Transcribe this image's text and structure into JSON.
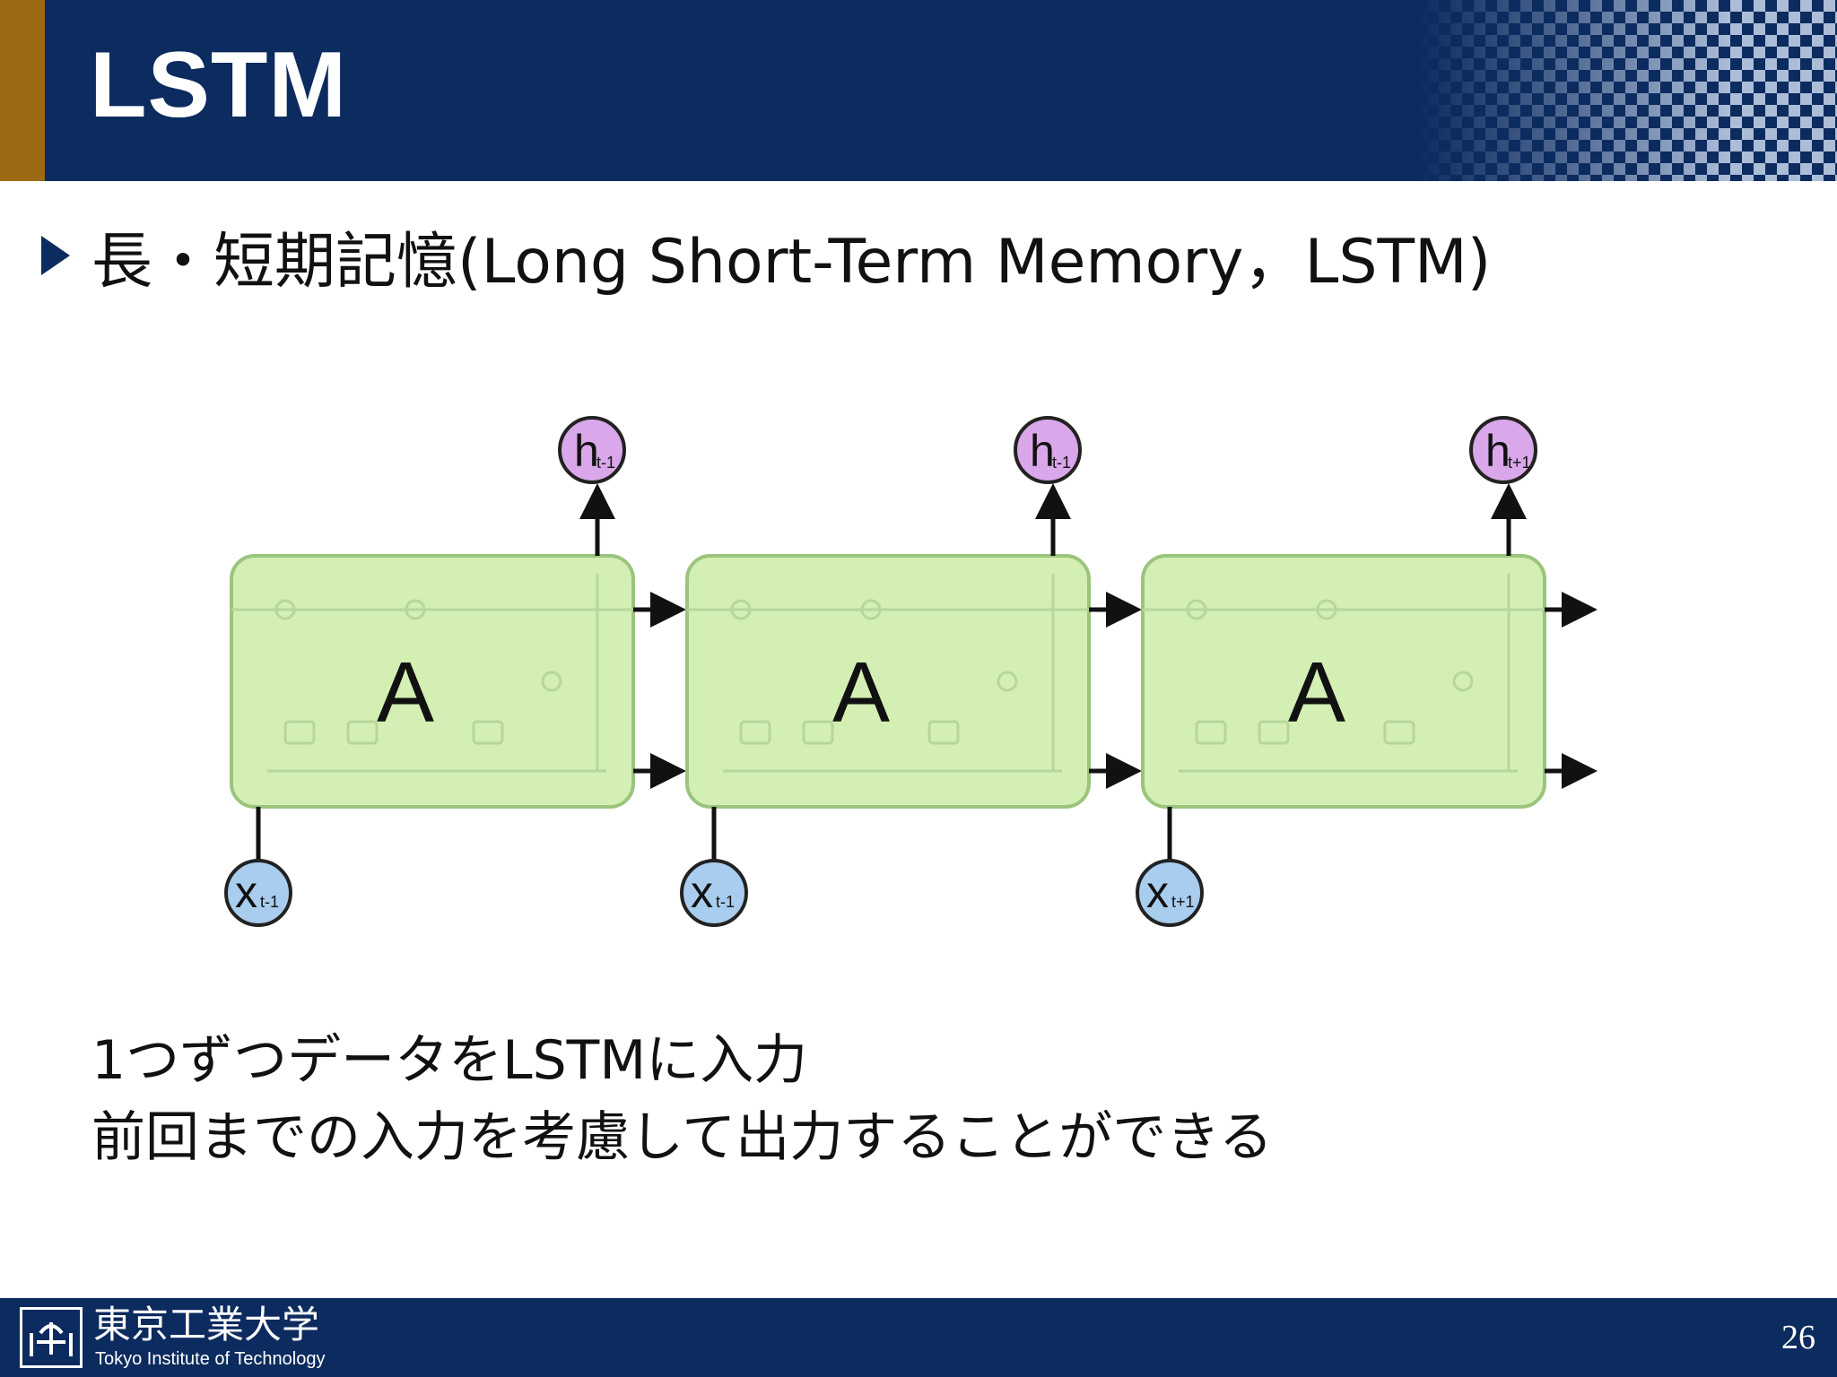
{
  "slide": {
    "title": "LSTM",
    "bullet": "長・短期記憶(Long Short-Term Memory，LSTM)",
    "caption_lines": [
      "1つずつデータをLSTMに入力",
      "前回までの入力を考慮して出力することができる"
    ],
    "page_number": "26"
  },
  "diagram": {
    "cells": [
      {
        "label": "A",
        "output": {
          "base": "h",
          "sub": "t-1"
        },
        "input": {
          "base": "x",
          "sub": "t-1"
        }
      },
      {
        "label": "A",
        "output": {
          "base": "h",
          "sub": "t-1"
        },
        "input": {
          "base": "x",
          "sub": "t-1"
        }
      },
      {
        "label": "A",
        "output": {
          "base": "h",
          "sub": "t+1"
        },
        "input": {
          "base": "x",
          "sub": "t+1"
        }
      }
    ],
    "colors": {
      "cell_fill": "#d3efb3",
      "cell_stroke": "#9bc47d",
      "output_node": "#d9a7ea",
      "input_node": "#a8cdee",
      "arrow": "#111111"
    }
  },
  "footer": {
    "university_jp": "東京工業大学",
    "university_en": "Tokyo Institute of Technology",
    "logo": "tokyo-tech-logo"
  },
  "theme": {
    "header_bg": "#0c2b5f",
    "accent_gold": "#9c6a13"
  }
}
